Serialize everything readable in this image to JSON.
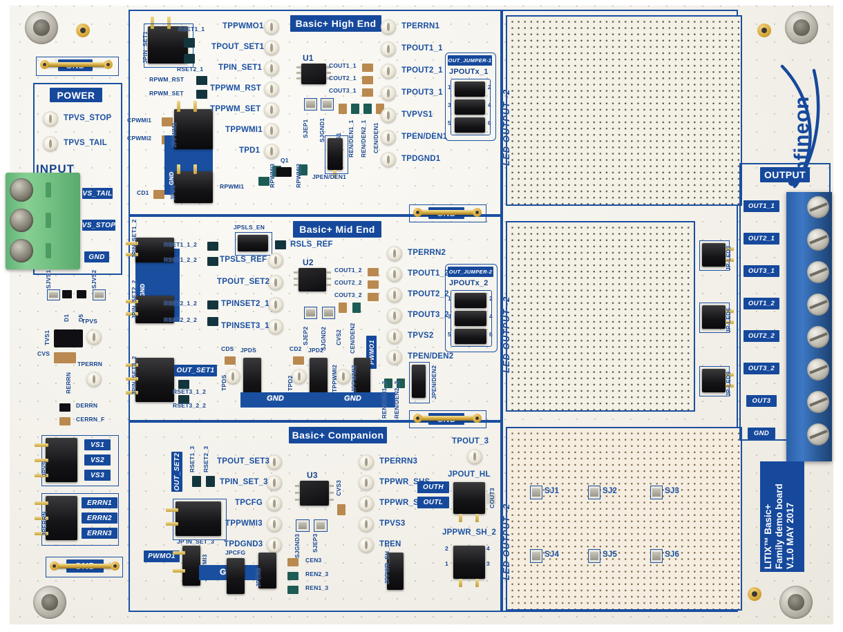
{
  "board": {
    "manufacturer": "infineon",
    "title_lines": [
      "LITIX™  Basic+",
      "Family demo board",
      "V.1.0 MAY 2017"
    ],
    "accent_blue": "#16499c",
    "silk_blue": "#1a4fa0",
    "substrate": "#f3f1ea",
    "connector_green": "#7ec98a",
    "connector_blue": "#2f66b0"
  },
  "sections": {
    "high_end": {
      "label": "Basic+  High End"
    },
    "mid_end": {
      "label": "Basic+  Mid End"
    },
    "companion": {
      "label": "Basic+  Companion"
    }
  },
  "power_block": {
    "title": "POWER",
    "testpoints": [
      "TPVS_STOP",
      "TPVS_TAIL"
    ]
  },
  "input_block": {
    "title": "INPUT",
    "terminals": [
      "VS_TAIL",
      "VS_STOP",
      "GND"
    ]
  },
  "output_block": {
    "title": "OUTPUT",
    "terminals": [
      "OUT1_1",
      "OUT2_1",
      "OUT3_1",
      "OUT1_2",
      "OUT2_2",
      "OUT3_2",
      "OUT3",
      "GND"
    ]
  },
  "gnd_pads": [
    "GND",
    "GND",
    "GND",
    "GND"
  ],
  "left_edge": {
    "labels": [
      "SJVS1",
      "D1",
      "D5",
      "SJVS2",
      "TVS1",
      "TPVS",
      "CVS",
      "RERRN",
      "TPERRN",
      "DERRN",
      "CERRN_F"
    ],
    "vs_group": [
      "VS1",
      "VS2",
      "VS3"
    ],
    "vs_jumper": "JPVS",
    "errn_group": [
      "ERRN1",
      "ERRN2",
      "ERRN3"
    ],
    "errn_jumper": "JPERRN"
  },
  "high_end": {
    "jumpers": [
      "JPIN_SET1",
      "JPPWM1",
      "JPD1"
    ],
    "gnd_pad": "GND",
    "left_labels": [
      "RSET1_1",
      "RSET2_1",
      "RPWM_RST",
      "RPWM_SET",
      "CPWMI1",
      "CPWMI2",
      "CD1",
      "RPWMI1",
      "RPWMI3",
      "RPWMI2"
    ],
    "testpoints": [
      "TPPWMO1",
      "TPOUT_SET1",
      "TPIN_SET1",
      "TPPWM_RST",
      "TPPWM_SET",
      "TPPWMI1",
      "TPD1"
    ],
    "ic": "U1",
    "ic_labels": [
      "COUT1_1",
      "COUT2_1",
      "COUT3_1",
      "CVS1",
      "REN/DEN1_1",
      "REN/DEN2_1",
      "CEN/DEN1"
    ],
    "solder_jumpers": [
      "SJEP1",
      "SJGND1"
    ],
    "transistor": "Q1",
    "en_jumper": "JPEN/DEN1",
    "right_testpoints": [
      "TPERRN1",
      "TPOUT1_1",
      "TPOUT2_1",
      "TPOUT3_1",
      "TVPVS1",
      "TPEN/DEN1",
      "TPDGND1"
    ],
    "out_jumper_title": "OUT_JUMPER-1",
    "out_jumper_name": "JPOUTx_1",
    "out_jumper_pins": [
      "1",
      "2",
      "3",
      "4",
      "5",
      "6"
    ],
    "led_output": "LED OUTPUT -2"
  },
  "mid_end": {
    "jumpers": [
      "JPIN_SET1_2",
      "JPIN_SET2_2",
      "JPIN_SET3_2",
      "JPSLS_EN",
      "JPDS",
      "JPD2",
      "JPPWMI2",
      "JPEN/DEN2"
    ],
    "gnd_pad": "GND",
    "left_labels": [
      "RSET1_1_2",
      "RSET1_2_2",
      "RSET2_1_2",
      "RSET2_2_2",
      "RSET3_1_2",
      "RSET3_2_2"
    ],
    "out_set_label": "OUT_SET1",
    "testpoints": [
      "TPSLS_REF",
      "TPOUT_SET2",
      "TPINSET2_1",
      "TPINSET3_1",
      "TPDS",
      "TPD2",
      "TPPWMI2"
    ],
    "rsls_ref": "RSLS_REF",
    "ic": "U2",
    "ic_labels": [
      "COUT1_2",
      "COUT2_2",
      "COUT3_2",
      "CVS2",
      "CEN/DEN2"
    ],
    "solder_jumpers": [
      "SJEP2",
      "SJGND2"
    ],
    "bottom_labels": [
      "CDS",
      "CD2",
      "REN/DEN1_2",
      "REN/DEN2_2",
      "PWMO1"
    ],
    "gnd_bars": [
      "GND",
      "GND"
    ],
    "right_testpoints": [
      "TPERRN2",
      "TPOUT1_2",
      "TPOUT2_2",
      "TPOUT3_2",
      "TPVS2",
      "TPEN/DEN2"
    ],
    "out_jumper_title": "OUT_JUMPER-2",
    "out_jumper_name": "JPOUTx_2",
    "out_jumper_pins": [
      "1",
      "2",
      "3",
      "4",
      "5",
      "6"
    ],
    "led_output": "LED OUTPUT -2",
    "led_jumpers": [
      "JP-LED3",
      "JP-LED6",
      "JP-LED9"
    ]
  },
  "companion": {
    "out_set_label": "OUT_SET2",
    "left_labels": [
      "RSET1_3",
      "RSET2_3"
    ],
    "in_set_jumper": "JP IN_SET_3",
    "testpoints": [
      "TPOUT_SET3",
      "TPIN_SET_3",
      "TPCFG",
      "TPPWMI3",
      "TPDGND3"
    ],
    "ic": "U3",
    "cvs3": "CVS3",
    "solder_jumpers": [
      "SJGND3",
      "SJEP3"
    ],
    "pwmo_label": "PWMO1",
    "jumpers": [
      "JPPWMI3",
      "JPCFG",
      "JPEN3",
      "JPPWR_SH_1",
      "JPOUT_HL",
      "JPPWR_SH_2"
    ],
    "gnd_bar": "GND",
    "bottom_labels": [
      "CEN3",
      "REN2_3",
      "REN1_3"
    ],
    "right_testpoints": [
      "TPERRN3",
      "TPPWR_SHS",
      "TPPWR_SHG",
      "TPVS3",
      "TPEN"
    ],
    "tpout3": "TPOUT_3",
    "outh": "OUTH",
    "outl": "OUTL",
    "cout3": "COUT3",
    "pwr_sh2_pins": [
      "2",
      "4",
      "1",
      "3"
    ],
    "led_output": "LED OUTPUT -2",
    "solder_pads": [
      "SJ1",
      "SJ2",
      "SJ3",
      "SJ4",
      "SJ5",
      "SJ6"
    ]
  }
}
